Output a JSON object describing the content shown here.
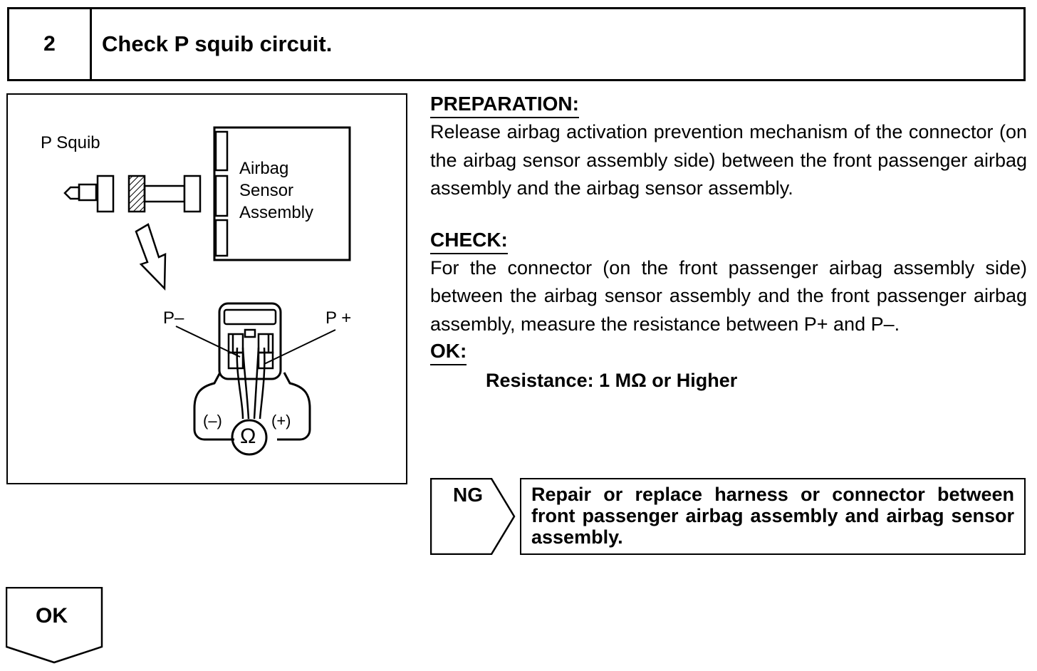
{
  "header": {
    "step_number": "2",
    "title": "Check P squib circuit."
  },
  "figure": {
    "p_squib_label": "P Squib",
    "sensor_label_line1": "Airbag",
    "sensor_label_line2": "Sensor",
    "sensor_label_line3": "Assembly",
    "p_minus_label": "P–",
    "p_plus_label": "P +",
    "minus_terminal": "(–)",
    "plus_terminal": "(+)",
    "ohm_symbol": "Ω"
  },
  "preparation": {
    "heading": "PREPARATION:",
    "text": "Release airbag activation prevention mechanism of the connector (on the airbag sensor assembly side) between the front passenger airbag assembly and the airbag sensor assembly."
  },
  "check": {
    "heading": "CHECK:",
    "text": "For the connector (on the front passenger airbag assembly side) between the airbag sensor assembly and the front passenger airbag assembly, measure the resistance between P+ and P–."
  },
  "ok_spec": {
    "heading": "OK:",
    "value": "Resistance: 1 MΩ or Higher"
  },
  "ng": {
    "label": "NG",
    "action": "Repair or replace harness or connector between front passenger airbag assembly and airbag sensor assembly."
  },
  "ok_arrow": {
    "label": "OK"
  }
}
